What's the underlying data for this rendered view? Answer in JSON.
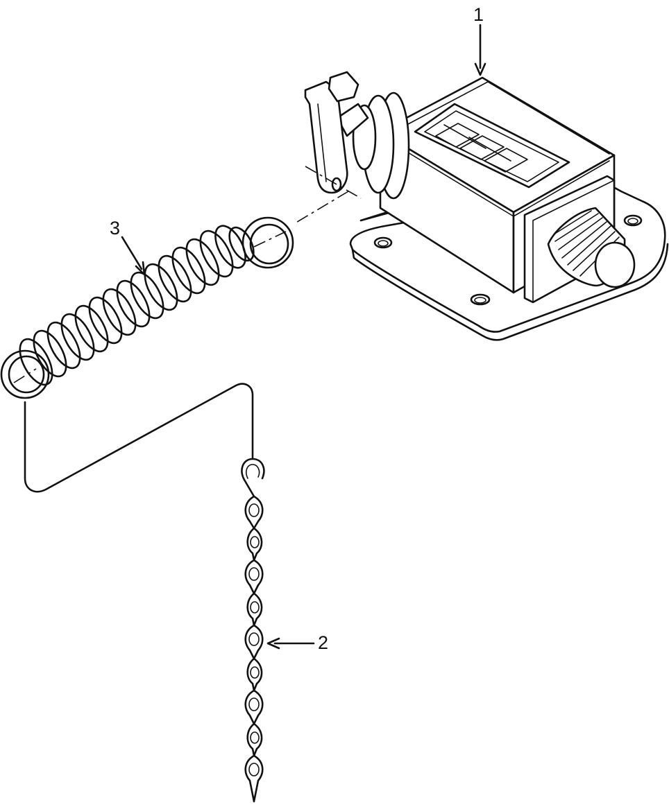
{
  "callouts": {
    "counter": "1",
    "chain": "2",
    "spring": "3"
  },
  "colors": {
    "ink": "#111111",
    "background": "#ffffff"
  }
}
